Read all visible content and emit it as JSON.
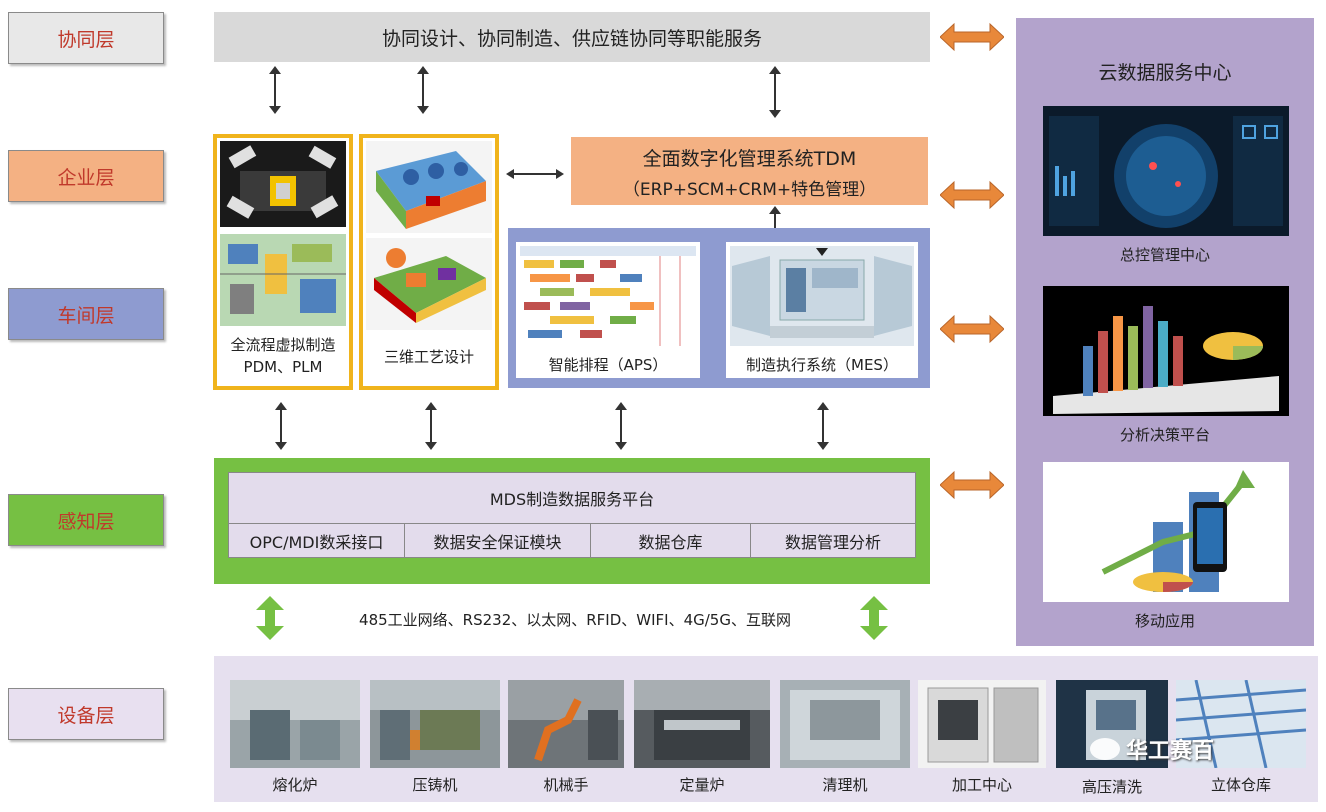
{
  "layers": {
    "collab": "协同层",
    "enterprise": "企业层",
    "workshop": "车间层",
    "perception": "感知层",
    "device": "设备层"
  },
  "collab_bar": "协同设计、协同制造、供应链协同等职能服务",
  "tdm": {
    "line1": "全面数字化管理系统TDM",
    "line2": "（ERP+SCM+CRM+特色管理）"
  },
  "pdm_caption": "全流程虚拟制造PDM、PLM",
  "process_caption": "三维工艺设计",
  "aps_caption": "智能排程（APS）",
  "mes_caption": "制造执行系统（MES）",
  "mds": {
    "title": "MDS制造数据服务平台",
    "modules": [
      "OPC/MDI数采接口",
      "数据安全保证模块",
      "数据仓库",
      "数据管理分析"
    ]
  },
  "network_text": "485工业网络、RS232、以太网、RFID、WIFI、4G/5G、互联网",
  "cloud": {
    "title": "云数据服务中心",
    "items": [
      "总控管理中心",
      "分析决策平台",
      "移动应用"
    ]
  },
  "devices": [
    "熔化炉",
    "压铸机",
    "机械手",
    "定量炉",
    "清理机",
    "加工中心",
    "高压清洗",
    "立体仓库"
  ],
  "watermark": "华工赛百",
  "colors": {
    "collab_label": "#e8e8e8",
    "enterprise_label": "#f4b183",
    "workshop_label": "#8e9bd0",
    "perception_label": "#76c043",
    "device_label": "#e8e0f0",
    "cloud_panel": "#b3a3cc",
    "workshop_panel": "#8e9bd0",
    "perception_panel": "#76c043",
    "device_panel": "#e6e0ef",
    "orange_arrow": "#e8883a",
    "green_arrow": "#76c043"
  }
}
